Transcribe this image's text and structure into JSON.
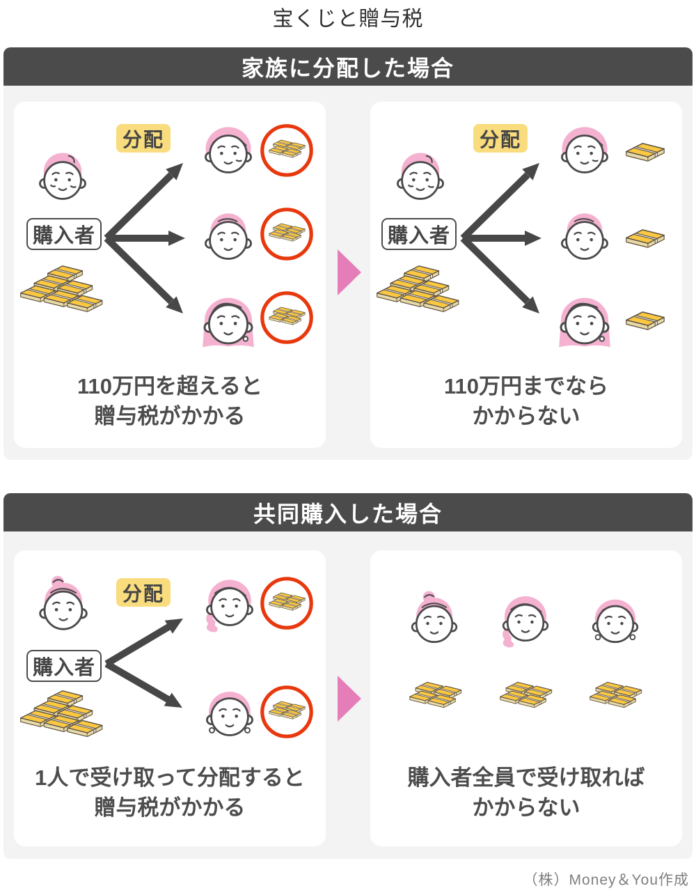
{
  "title": "宝くじと贈与税",
  "credit": "（株）Money＆You作成",
  "labels": {
    "distribute": "分配",
    "purchaser": "購入者"
  },
  "sections": [
    {
      "header": "家族に分配した場合",
      "panels": [
        {
          "caption_line1": "110万円を超えると",
          "caption_line2": "贈与税がかかる"
        },
        {
          "caption_line1": "110万円までなら",
          "caption_line2": "かからない"
        }
      ]
    },
    {
      "header": "共同購入した場合",
      "panels": [
        {
          "caption_line1": "1人で受け取って分配すると",
          "caption_line2": "贈与税がかかる"
        },
        {
          "caption_line1": "購入者全員で受け取れば",
          "caption_line2": "かからない"
        }
      ]
    }
  ],
  "icons": {
    "next-step-triangle": "right-pointing pink triangle",
    "money-pile-large": "large isometric pile of yen bill bundles",
    "money-pile-medium": "medium isometric pile of yen bill bundles",
    "money-bundle": "single yen bill bundle",
    "taxed-money-circle": "money pile circled in red (gift tax applies)",
    "purchaser-man": "elderly man with pink hair",
    "purchaser-woman-bun": "woman with hair bun",
    "recipient-woman-bob": "older woman with bob hair",
    "recipient-man-young": "young man",
    "recipient-woman-long": "young woman with long hair",
    "recipient-woman-ponytail": "woman with side ponytail",
    "recipient-woman-earrings": "woman with earrings",
    "distribution-arrows": "dark fan-out arrows from purchaser to recipients"
  },
  "colors": {
    "header_bg": "#4B4B4B",
    "section_bg": "#F3F3F4",
    "accent_pink_triangle": "#E57EB8",
    "label_yellow": "#F9DC7D",
    "tax_circle_red": "#E8380D",
    "money_yellow": "#FBC843",
    "money_side": "#F6ECC2",
    "hair_pink": "#F5B1D0",
    "text_dark": "#4C4C4C",
    "credit_gray": "#7F7F7F"
  }
}
